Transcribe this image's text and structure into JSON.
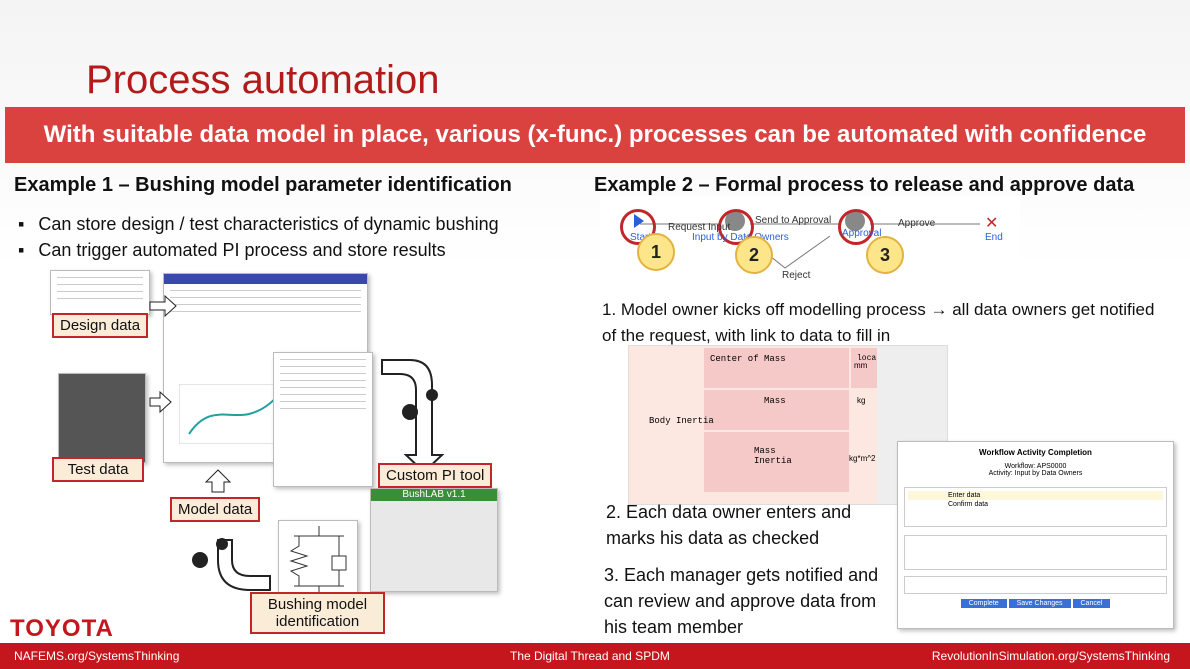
{
  "title": "Process automation",
  "banner": "With suitable data model in place, various (x-func.) processes can be automated with confidence",
  "example1": {
    "heading": "Example 1 – Bushing model parameter identification",
    "bullets": [
      "Can store design / test characteristics of dynamic bushing",
      "Can trigger automated PI process and store results"
    ],
    "labels": {
      "design": "Design data",
      "test": "Test data",
      "model": "Model data",
      "custom": "Custom PI tool",
      "bushing": "Bushing model identification"
    },
    "tool_title": "BushLAB v1.1"
  },
  "example2": {
    "heading": "Example 2 – Formal process to release and approve data",
    "workflow": {
      "start": "Start",
      "request": "Request Input",
      "input": "Input by Data Owners",
      "send": "Send to Approval",
      "approval": "Approval",
      "approve": "Approve",
      "reject": "Reject",
      "end": "End",
      "n1": "1",
      "n2": "2",
      "n3": "3"
    },
    "step1": "1. Model owner kicks off modelling process → all data owners get notified of the request, with link to data to fill in",
    "step2": "2. Each data owner enters and marks his data as checked",
    "step3": "3. Each manager gets notified and can review and approve data from his team member",
    "grid": {
      "com": "Center of Mass",
      "loc": "locationParameter",
      "mass": "Mass",
      "mi": "Mass Inertia",
      "bi": "Body Inertia",
      "u1": "mm",
      "u2": "kg",
      "u3": "kg*m^2"
    },
    "dialog": {
      "title": "Workflow Activity Completion",
      "wf": "Workflow: APS0000",
      "act": "Activity: Input by Data Owners",
      "r1": "Enter data",
      "r2": "Confirm data",
      "b1": "Complete",
      "b2": "Save Changes",
      "b3": "Cancel"
    }
  },
  "footer": {
    "left": "NAFEMS.org/SystemsThinking",
    "center": "The Digital Thread and SPDM",
    "right": "RevolutionInSimulation.org/SystemsThinking"
  },
  "logo": "TOYOTA"
}
